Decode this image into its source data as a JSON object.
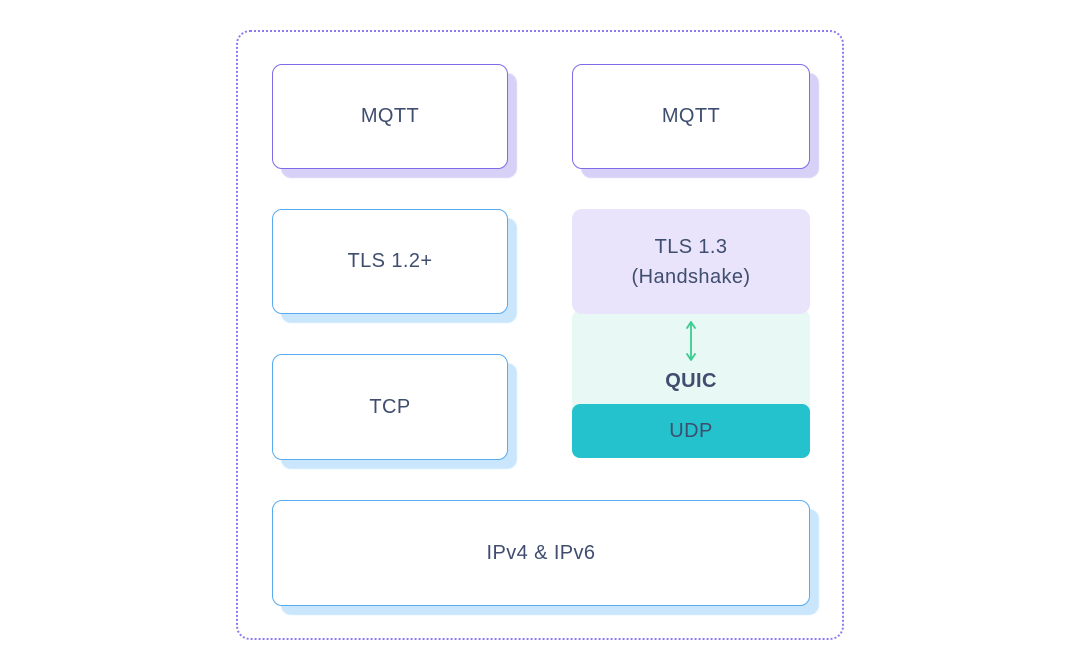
{
  "colors": {
    "purple-border": "#7d6ce5",
    "purple-shadow": "#d8d1f7",
    "blue-border": "#58abf0",
    "blue-shadow": "#c9e6fc",
    "lavender-fill": "#e9e4fb",
    "mint-fill": "#e8f8f5",
    "teal-fill": "#23c2cc",
    "arrow-green": "#3acb8e",
    "text": "#3f4d6e",
    "outline": "#8b7af0"
  },
  "diagram": {
    "left_stack": {
      "mqtt": "MQTT",
      "tls": "TLS 1.2+",
      "tcp": "TCP"
    },
    "right_stack": {
      "mqtt": "MQTT",
      "tls13_line1": "TLS 1.3",
      "tls13_line2": "(Handshake)",
      "quic": "QUIC",
      "udp": "UDP"
    },
    "bottom": {
      "ip": "IPv4 & IPv6"
    }
  }
}
